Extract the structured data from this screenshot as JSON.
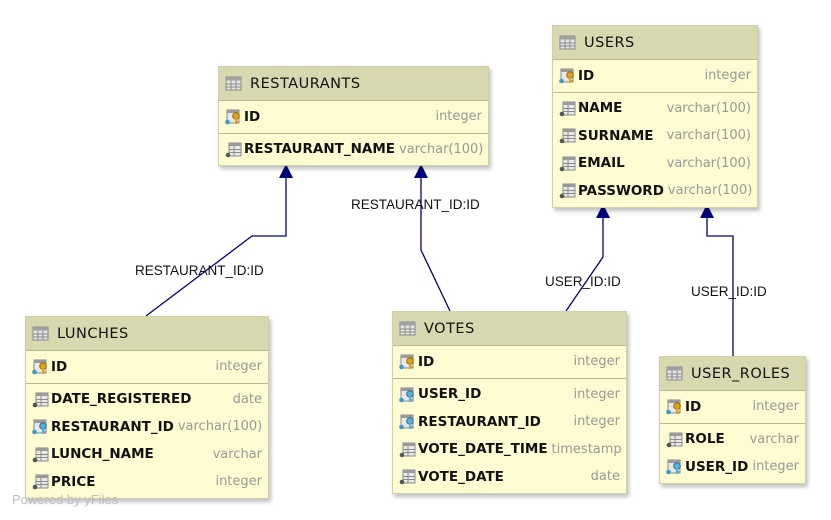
{
  "tables": {
    "restaurants": {
      "name": "RESTAURANTS",
      "columns": [
        {
          "name": "ID",
          "type": "integer",
          "icon": "primary-key-icon"
        },
        {
          "name": "RESTAURANT_NAME",
          "type": "varchar(100)",
          "icon": "column-icon"
        }
      ]
    },
    "users": {
      "name": "USERS",
      "columns": [
        {
          "name": "ID",
          "type": "integer",
          "icon": "primary-key-icon"
        },
        {
          "name": "NAME",
          "type": "varchar(100)",
          "icon": "column-icon"
        },
        {
          "name": "SURNAME",
          "type": "varchar(100)",
          "icon": "column-icon"
        },
        {
          "name": "EMAIL",
          "type": "varchar(100)",
          "icon": "column-icon"
        },
        {
          "name": "PASSWORD",
          "type": "varchar(100)",
          "icon": "column-icon"
        }
      ]
    },
    "lunches": {
      "name": "LUNCHES",
      "columns": [
        {
          "name": "ID",
          "type": "integer",
          "icon": "primary-key-icon"
        },
        {
          "name": "DATE_REGISTERED",
          "type": "date",
          "icon": "column-icon"
        },
        {
          "name": "RESTAURANT_ID",
          "type": "varchar(100)",
          "icon": "foreign-key-icon"
        },
        {
          "name": "LUNCH_NAME",
          "type": "varchar",
          "icon": "column-icon"
        },
        {
          "name": "PRICE",
          "type": "integer",
          "icon": "column-icon"
        }
      ]
    },
    "votes": {
      "name": "VOTES",
      "columns": [
        {
          "name": "ID",
          "type": "integer",
          "icon": "primary-key-icon"
        },
        {
          "name": "USER_ID",
          "type": "integer",
          "icon": "foreign-key-icon"
        },
        {
          "name": "RESTAURANT_ID",
          "type": "integer",
          "icon": "foreign-key-icon"
        },
        {
          "name": "VOTE_DATE_TIME",
          "type": "timestamp",
          "icon": "column-icon"
        },
        {
          "name": "VOTE_DATE",
          "type": "date",
          "icon": "column-icon"
        }
      ]
    },
    "user_roles": {
      "name": "USER_ROLES",
      "columns": [
        {
          "name": "ID",
          "type": "integer",
          "icon": "primary-key-icon"
        },
        {
          "name": "ROLE",
          "type": "varchar",
          "icon": "column-icon"
        },
        {
          "name": "USER_ID",
          "type": "integer",
          "icon": "foreign-key-icon"
        }
      ]
    }
  },
  "relations": {
    "lunches_restaurants": "RESTAURANT_ID:ID",
    "votes_restaurants": "RESTAURANT_ID:ID",
    "votes_users": "USER_ID:ID",
    "user_roles_users": "USER_ID:ID"
  },
  "credit": "Powered by yFiles",
  "colors": {
    "table_body": "#fcfbd2",
    "table_header": "#d8d8b0",
    "edge": "#00007a",
    "key_gold": "#e0a020",
    "key_blue": "#3a9ac8"
  }
}
